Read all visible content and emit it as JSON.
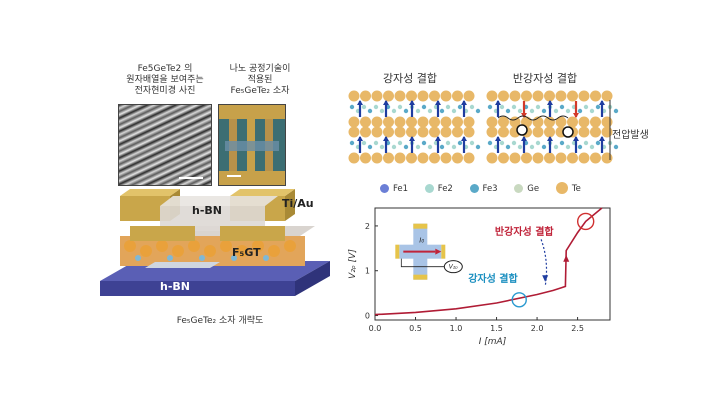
{
  "left": {
    "caption1": [
      "Fe5GeTe2 의",
      "원자배열을 보여주는",
      "전자현미경 사진"
    ],
    "caption2": [
      "나노 공정기술이",
      "적용된",
      "Fe₅GeTe₂ 소자"
    ],
    "device_labels": {
      "hbn_top": "h-BN",
      "tiau": "Ti/Au",
      "f5gt": "F₅GT",
      "hbn_bottom": "h-BN"
    },
    "device_caption": "Fe₅GeTe₂ 소자 개략도"
  },
  "right": {
    "ferro_label": "강자성 결합",
    "antiferro_label": "반강자성 결합",
    "voltage_label": "전압발생",
    "legend": [
      {
        "name": "Fe1",
        "color": "#6b7fd6"
      },
      {
        "name": "Fe2",
        "color": "#a8d8d0"
      },
      {
        "name": "Fe3",
        "color": "#5aa9c8"
      },
      {
        "name": "Ge",
        "color": "#c9d9c0"
      },
      {
        "name": "Te",
        "color": "#e8b868"
      }
    ]
  },
  "chart_data": {
    "type": "line",
    "xlabel": "I [mA]",
    "ylabel": "V₂ₚ [V]",
    "xlim": [
      0,
      2.9
    ],
    "ylim": [
      -0.1,
      2.4
    ],
    "xticks": [
      "0.0",
      "0.5",
      "1.0",
      "1.5",
      "2.0",
      "2.5"
    ],
    "yticks": [
      "0",
      "1",
      "2"
    ],
    "series": [
      {
        "values_x": [
          0,
          0.5,
          1.0,
          1.5,
          2.0,
          2.2,
          2.3,
          2.35,
          2.36,
          2.5,
          2.6,
          2.8
        ],
        "values_y": [
          0.02,
          0.07,
          0.15,
          0.28,
          0.47,
          0.56,
          0.62,
          0.65,
          1.45,
          1.85,
          2.1,
          2.4
        ]
      }
    ],
    "annotations": {
      "ferro": "강자성 결합",
      "antiferro": "반강자성 결합",
      "inset_current": "I₀",
      "inset_voltage": "V₂ₚ"
    }
  }
}
